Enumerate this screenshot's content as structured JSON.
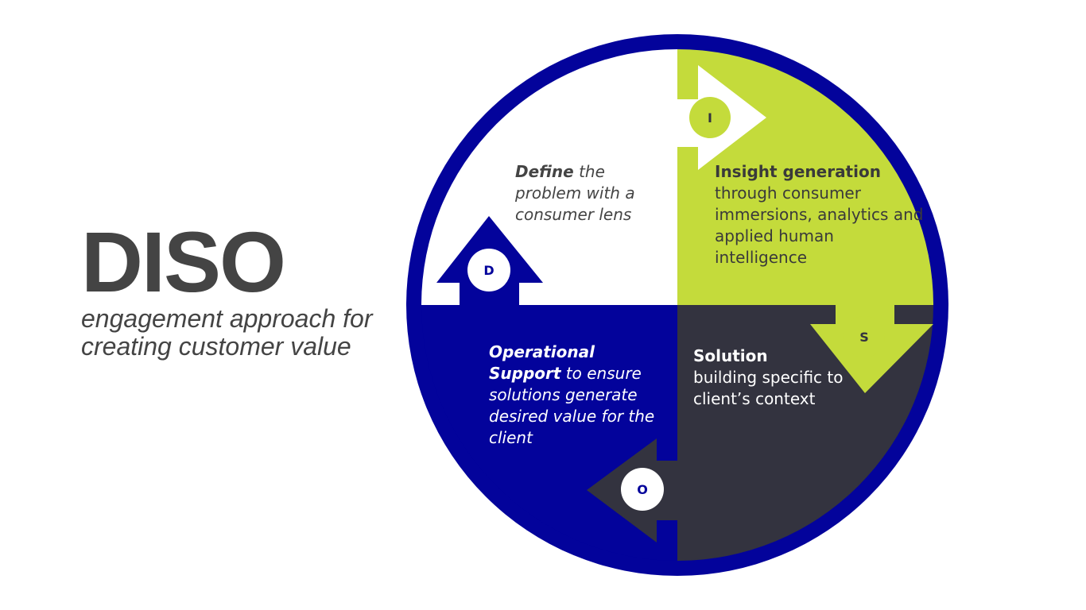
{
  "title": "DISO",
  "subtitle": "engagement approach for creating customer value",
  "colors": {
    "navy": "#03039b",
    "lime": "#c4db3b",
    "charcoal": "#33333f",
    "white": "#ffffff",
    "text_grey": "#444444"
  },
  "quadrants": {
    "define": {
      "letter": "D",
      "lead": "Define",
      "text": " the problem with a consumer lens"
    },
    "insight": {
      "letter": "I",
      "lead": "Insight generation",
      "text": "through consumer immersions, analytics and applied human intelligence"
    },
    "solution": {
      "letter": "S",
      "lead": "Solution",
      "text": "building specific to client’s context"
    },
    "operational": {
      "letter": "O",
      "lead": "Operational Support",
      "text": " to ensure solutions generate desired value for the client"
    }
  }
}
